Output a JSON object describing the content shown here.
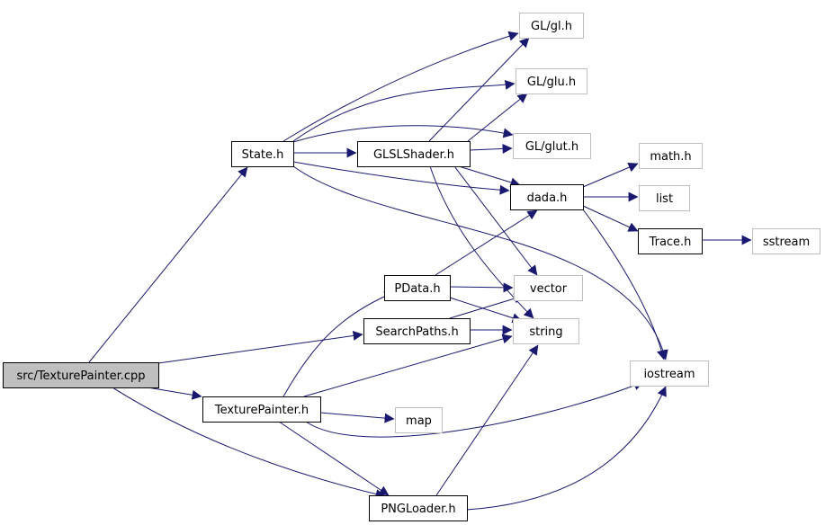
{
  "diagram": {
    "nodes": [
      {
        "id": "src_texturepainter_cpp",
        "label": "src/TexturePainter.cpp",
        "kind": "root"
      },
      {
        "id": "state_h",
        "label": "State.h",
        "kind": "local"
      },
      {
        "id": "glslshader_h",
        "label": "GLSLShader.h",
        "kind": "local"
      },
      {
        "id": "dada_h",
        "label": "dada.h",
        "kind": "local"
      },
      {
        "id": "trace_h",
        "label": "Trace.h",
        "kind": "local"
      },
      {
        "id": "pdata_h",
        "label": "PData.h",
        "kind": "local"
      },
      {
        "id": "searchpaths_h",
        "label": "SearchPaths.h",
        "kind": "local"
      },
      {
        "id": "texturepainter_h",
        "label": "TexturePainter.h",
        "kind": "local"
      },
      {
        "id": "pngloader_h",
        "label": "PNGLoader.h",
        "kind": "local"
      },
      {
        "id": "gl_gl_h",
        "label": "GL/gl.h",
        "kind": "external"
      },
      {
        "id": "gl_glu_h",
        "label": "GL/glu.h",
        "kind": "external"
      },
      {
        "id": "gl_glut_h",
        "label": "GL/glut.h",
        "kind": "external"
      },
      {
        "id": "math_h",
        "label": "math.h",
        "kind": "external"
      },
      {
        "id": "list",
        "label": "list",
        "kind": "external"
      },
      {
        "id": "sstream",
        "label": "sstream",
        "kind": "external"
      },
      {
        "id": "vector",
        "label": "vector",
        "kind": "external"
      },
      {
        "id": "string",
        "label": "string",
        "kind": "external"
      },
      {
        "id": "iostream",
        "label": "iostream",
        "kind": "external"
      },
      {
        "id": "map",
        "label": "map",
        "kind": "external"
      }
    ],
    "edges": [
      {
        "from": "src_texturepainter_cpp",
        "to": "state_h"
      },
      {
        "from": "src_texturepainter_cpp",
        "to": "searchpaths_h"
      },
      {
        "from": "src_texturepainter_cpp",
        "to": "texturepainter_h"
      },
      {
        "from": "src_texturepainter_cpp",
        "to": "pngloader_h"
      },
      {
        "from": "state_h",
        "to": "gl_gl_h"
      },
      {
        "from": "state_h",
        "to": "gl_glu_h"
      },
      {
        "from": "state_h",
        "to": "gl_glut_h"
      },
      {
        "from": "state_h",
        "to": "glslshader_h"
      },
      {
        "from": "state_h",
        "to": "dada_h"
      },
      {
        "from": "state_h",
        "to": "iostream"
      },
      {
        "from": "glslshader_h",
        "to": "gl_gl_h"
      },
      {
        "from": "glslshader_h",
        "to": "gl_glu_h"
      },
      {
        "from": "glslshader_h",
        "to": "gl_glut_h"
      },
      {
        "from": "glslshader_h",
        "to": "dada_h"
      },
      {
        "from": "glslshader_h",
        "to": "vector"
      },
      {
        "from": "glslshader_h",
        "to": "string"
      },
      {
        "from": "dada_h",
        "to": "math_h"
      },
      {
        "from": "dada_h",
        "to": "list"
      },
      {
        "from": "dada_h",
        "to": "trace_h"
      },
      {
        "from": "dada_h",
        "to": "iostream"
      },
      {
        "from": "trace_h",
        "to": "sstream"
      },
      {
        "from": "pdata_h",
        "to": "dada_h"
      },
      {
        "from": "pdata_h",
        "to": "vector"
      },
      {
        "from": "pdata_h",
        "to": "string"
      },
      {
        "from": "searchpaths_h",
        "to": "vector"
      },
      {
        "from": "searchpaths_h",
        "to": "string"
      },
      {
        "from": "texturepainter_h",
        "to": "pdata_h"
      },
      {
        "from": "texturepainter_h",
        "to": "string"
      },
      {
        "from": "texturepainter_h",
        "to": "map"
      },
      {
        "from": "texturepainter_h",
        "to": "iostream"
      },
      {
        "from": "texturepainter_h",
        "to": "pngloader_h"
      },
      {
        "from": "pngloader_h",
        "to": "string"
      },
      {
        "from": "pngloader_h",
        "to": "iostream"
      }
    ]
  },
  "colors": {
    "edge": "#191970",
    "root_fill": "#bfbfbf",
    "local_border": "#000000",
    "external_border": "#bfbfbf",
    "node_fill": "#ffffff"
  }
}
